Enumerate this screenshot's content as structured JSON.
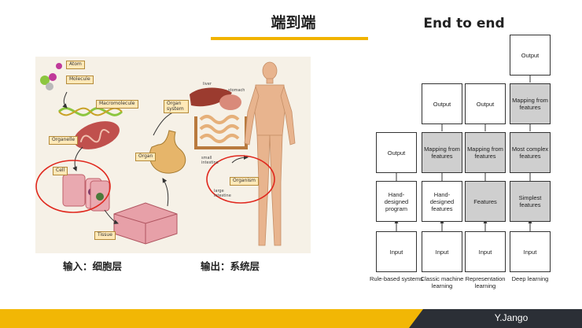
{
  "title_cn": "端到端",
  "title_en": "End to end",
  "biology": {
    "labels": {
      "atom": "Atom",
      "molecule": "Molecule",
      "macromolecule": "Macromolecule",
      "organelle": "Organelle",
      "cell": "Cell",
      "tissue": "Tissue",
      "organ": "Organ",
      "organ_system": "Organ system",
      "organism": "Organism",
      "liver": "liver",
      "stomach": "stomach",
      "small_intestine": "small intestine",
      "large_intestine": "large intestine"
    },
    "caption_input": "输入：细胞层",
    "caption_output": "输出：系统层"
  },
  "e2e": {
    "columns": [
      {
        "label": "Rule-based systems",
        "boxes": [
          "Input",
          "Hand-designed program",
          "Output"
        ]
      },
      {
        "label": "Classic machine learning",
        "boxes": [
          "Input",
          "Hand-designed features",
          "Mapping from features",
          "Output"
        ]
      },
      {
        "label": "Representation learning",
        "boxes": [
          "Input",
          "Features",
          "Mapping from features",
          "Output"
        ]
      },
      {
        "label": "Deep learning",
        "boxes": [
          "Input",
          "Simplest features",
          "Most complex features",
          "Mapping from features",
          "Output"
        ]
      }
    ]
  },
  "footer": {
    "signature": "Y.Jango"
  },
  "colors": {
    "accent": "#f1b300",
    "dark": "#2b2f36",
    "shaded": "#cfcfcf",
    "circle": "#e0281e"
  }
}
